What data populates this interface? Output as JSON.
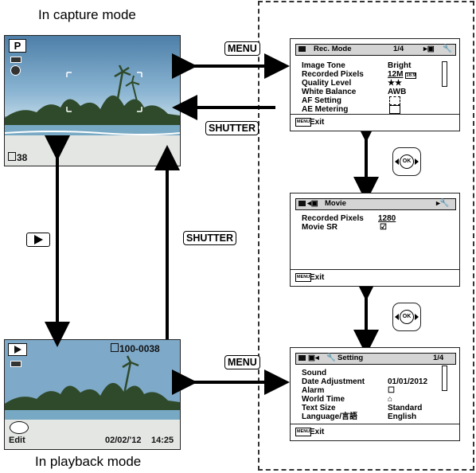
{
  "captions": {
    "capture": "In capture mode",
    "playback": "In playback mode"
  },
  "keys": {
    "menu_top": "MENU",
    "shutter_top": "SHUTTER",
    "shutter_mid": "SHUTTER",
    "menu_bottom": "MENU"
  },
  "capture_screen": {
    "mode": "P",
    "remaining": "38"
  },
  "playback_screen": {
    "file_number": "100-0038",
    "edit": "Edit",
    "date": "02/02/'12",
    "time": "14:25"
  },
  "menu_rec": {
    "tab_title": "Rec. Mode",
    "page": "1/4",
    "items": [
      {
        "label": "Image Tone",
        "value": "Bright"
      },
      {
        "label": "Recorded Pixels",
        "value": "12M"
      },
      {
        "label": "Quality Level",
        "value": "★★"
      },
      {
        "label": "White Balance",
        "value": "AWB"
      },
      {
        "label": "AF Setting",
        "value": ""
      },
      {
        "label": "AE Metering",
        "value": ""
      }
    ],
    "exit": "Exit"
  },
  "menu_movie": {
    "tab_title": "Movie",
    "items": [
      {
        "label": "Recorded Pixels",
        "value": "1280"
      },
      {
        "label": "Movie SR",
        "value": "☑"
      }
    ],
    "exit": "Exit"
  },
  "menu_setting": {
    "tab_title": "Setting",
    "page": "1/4",
    "items": [
      {
        "label": "Sound",
        "value": ""
      },
      {
        "label": "Date Adjustment",
        "value": "01/01/2012"
      },
      {
        "label": "Alarm",
        "value": "☐"
      },
      {
        "label": "World Time",
        "value": "⌂"
      },
      {
        "label": "Text Size",
        "value": "Standard"
      },
      {
        "label": "Language/言語",
        "value": "English"
      }
    ],
    "exit": "Exit"
  },
  "mini_key_label": "MENU",
  "ok_label": "OK",
  "icons": [
    "play-icon",
    "ok-button-icon",
    "camera-icon",
    "movie-icon",
    "wrench-icon",
    "battery-icon",
    "face-detect-icon"
  ]
}
